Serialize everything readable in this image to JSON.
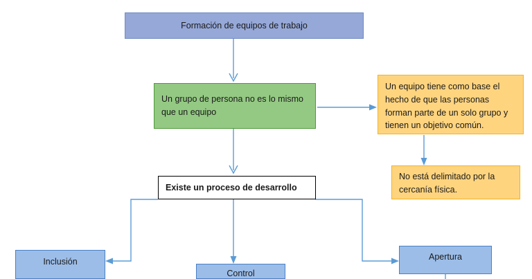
{
  "diagram": {
    "title": "Formación de equipos de trabajo",
    "type": "flowchart",
    "background": "#ffffff",
    "palette": {
      "blue_dark_fill": "#96a8d8",
      "blue_dark_stroke": "#7089c4",
      "blue_light_fill": "#9cbde8",
      "blue_light_stroke": "#4a80c4",
      "green_fill": "#94c983",
      "green_stroke": "#4e9a3a",
      "orange_fill": "#ffd47f",
      "orange_stroke": "#f0b323",
      "white_fill": "#ffffff",
      "black_stroke": "#000000",
      "connector": "#5b9bd5"
    },
    "nodes": [
      {
        "id": "root",
        "label": "Formación de equipos de trabajo",
        "shape": "rectangle",
        "style": "blue-dark",
        "align": "center"
      },
      {
        "id": "grupo-equipo",
        "label": "Un grupo de persona no es lo mismo que un equipo",
        "shape": "rectangle",
        "style": "green",
        "align": "left"
      },
      {
        "id": "equipo-base",
        "label": "Un equipo tiene como base el hecho de que las personas forman parte de un solo grupo y tienen un objetivo común.",
        "shape": "rectangle",
        "style": "orange",
        "align": "left"
      },
      {
        "id": "no-delimitado",
        "label": "No está delimitado por la cercanía física.",
        "shape": "rectangle",
        "style": "orange",
        "align": "left"
      },
      {
        "id": "proceso-desarrollo",
        "label": "Existe un proceso de desarrollo",
        "shape": "rectangle",
        "style": "white-bold",
        "align": "left"
      },
      {
        "id": "inclusion",
        "label": "Inclusión",
        "shape": "rectangle",
        "style": "blue-light",
        "align": "center"
      },
      {
        "id": "control",
        "label": "Control",
        "shape": "rectangle",
        "style": "blue-light",
        "align": "center"
      },
      {
        "id": "apertura",
        "label": "Apertura",
        "shape": "rectangle",
        "style": "blue-light",
        "align": "center"
      }
    ],
    "connectors": [
      {
        "id": "root-to-grupo",
        "from": "root",
        "to": "grupo-equipo",
        "direction": "down",
        "arrowhead": "open"
      },
      {
        "id": "grupo-to-equipo-base",
        "from": "grupo-equipo",
        "to": "equipo-base",
        "direction": "right",
        "arrowhead": "solid"
      },
      {
        "id": "equipo-base-to-no-delim",
        "from": "equipo-base",
        "to": "no-delimitado",
        "direction": "down",
        "arrowhead": "solid"
      },
      {
        "id": "grupo-to-proceso",
        "from": "grupo-equipo",
        "to": "proceso-desarrollo",
        "direction": "down",
        "arrowhead": "open"
      },
      {
        "id": "proceso-to-inclusion",
        "from": "proceso-desarrollo",
        "to": "inclusion",
        "direction": "left",
        "arrowhead": "solid"
      },
      {
        "id": "proceso-to-control",
        "from": "proceso-desarrollo",
        "to": "control",
        "direction": "down",
        "arrowhead": "solid"
      },
      {
        "id": "proceso-to-apertura",
        "from": "proceso-desarrollo",
        "to": "apertura",
        "direction": "right",
        "arrowhead": "solid"
      },
      {
        "id": "apertura-stub",
        "from": "apertura",
        "to": "",
        "direction": "down",
        "arrowhead": "none"
      }
    ]
  }
}
